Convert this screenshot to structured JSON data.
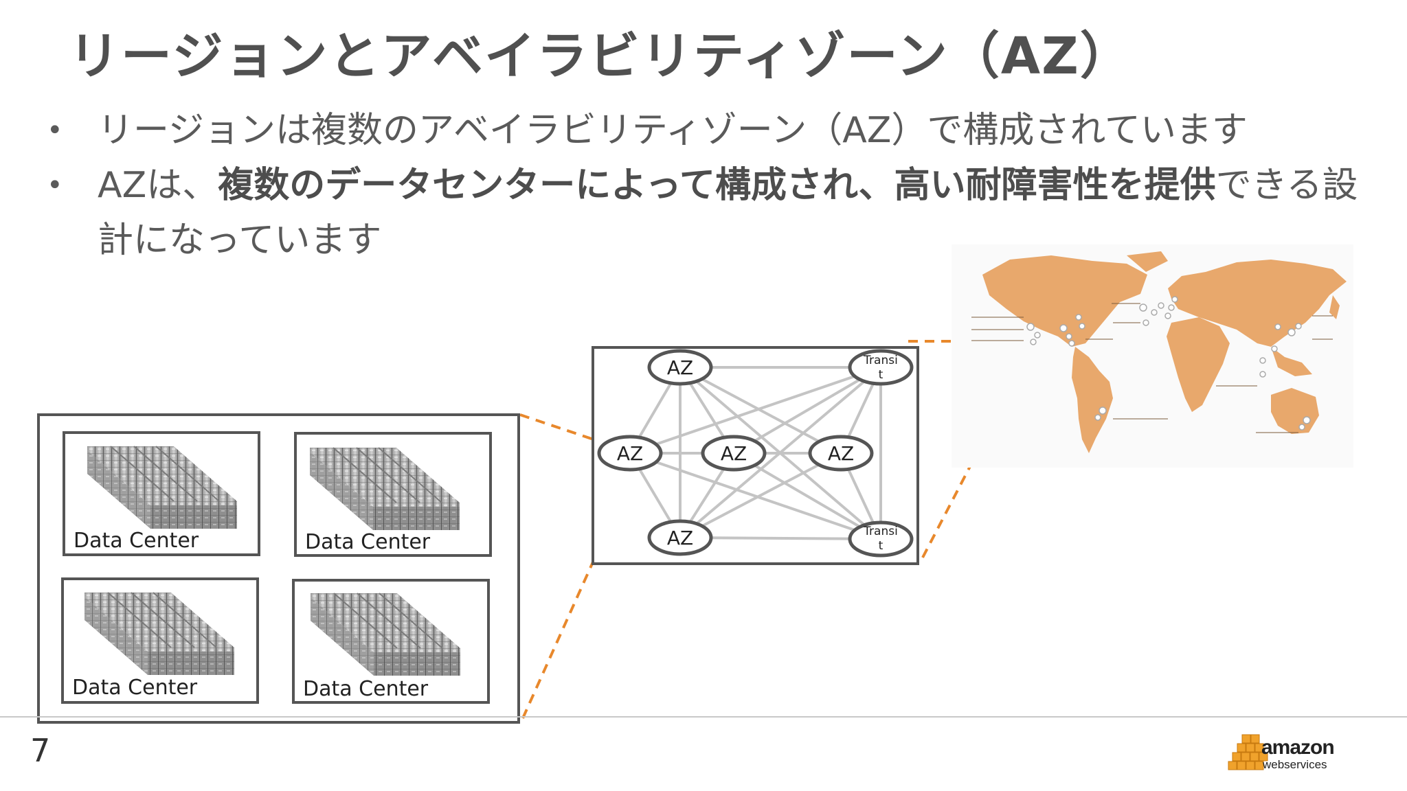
{
  "slide": {
    "title": "リージョンとアベイラビリティゾーン（AZ）",
    "bullet_marker": "•",
    "bullets": [
      {
        "text": "リージョンは複数のアベイラビリティゾーン（AZ）で構成されています"
      },
      {
        "pre": "AZは、",
        "bold": "複数のデータセンターによって構成され、高い耐障害性を提供",
        "post": "できる設計になっています"
      }
    ],
    "page_number": "7"
  },
  "datacenters": {
    "labels": [
      "Data Center",
      "Data Center",
      "Data Center",
      "Data Center"
    ]
  },
  "az_network": {
    "nodes": [
      "AZ",
      "AZ",
      "AZ",
      "AZ",
      "AZ"
    ],
    "transit": [
      "Transi",
      "t"
    ]
  },
  "logo": {
    "line1": "amazon",
    "line2": "webservices"
  },
  "colors": {
    "accent_orange": "#e8882c",
    "map_land": "#e8a86c",
    "frame_gray": "#555555",
    "edge_gray": "#c4c4c4",
    "logo_orange": "#f0a22c"
  }
}
